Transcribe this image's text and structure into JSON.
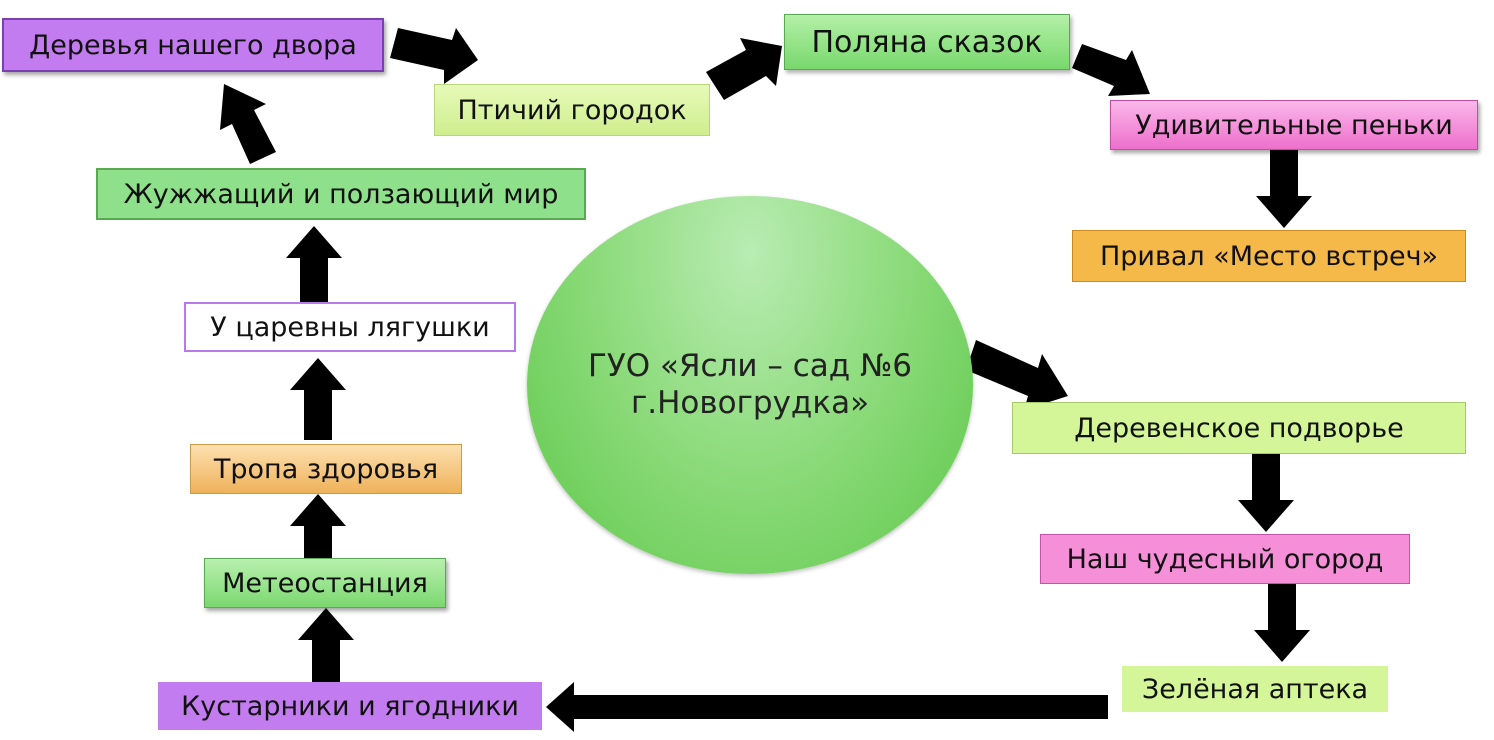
{
  "center": {
    "line1": "ГУО «Ясли – сад №6",
    "line2": "г.Новогрудка»"
  },
  "nodes": {
    "derevya": "Деревья нашего двора",
    "ptichiy": "Птичий городок",
    "polyana": "Поляна сказок",
    "penki": "Удивительные пеньки",
    "prival": "Привал «Место встреч»",
    "zhuzh": "Жужжащий и ползающий мир",
    "tsarevna": "У царевны лягушки",
    "tropa": "Тропа здоровья",
    "meteo": "Метеостанция",
    "kustarniki": "Кустарники и ягодники",
    "podvorye": "Деревенское подворье",
    "ogorod": "Наш чудесный огород",
    "apteka": "Зелёная аптека"
  },
  "colors": {
    "purple": "#c27cf0",
    "green_box": "#8fe08a",
    "light_green": "#d4f598",
    "pink": "#f48fd8",
    "orange": "#f5b94a",
    "white_box": "#ffffff",
    "arrow": "#000000"
  }
}
